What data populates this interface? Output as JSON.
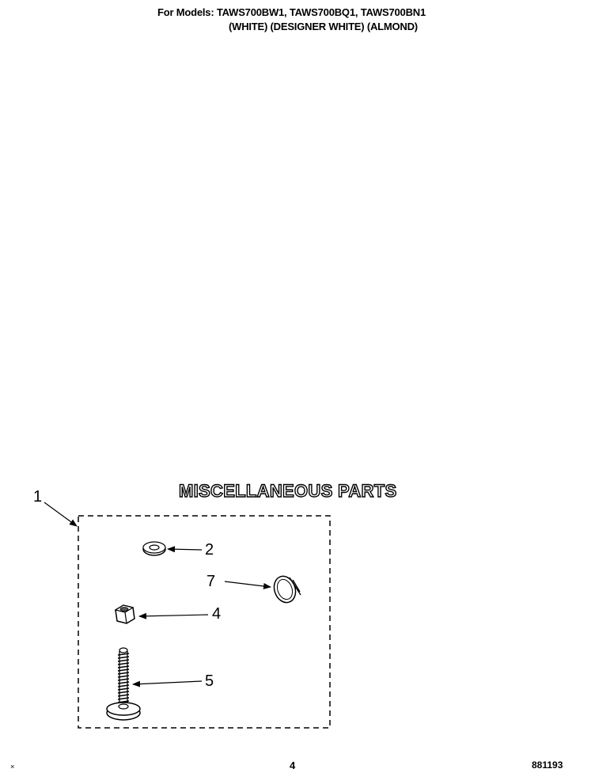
{
  "header": {
    "line1": "For Models: TAWS700BW1, TAWS700BQ1, TAWS700BN1",
    "line2": "(WHITE)  (DESIGNER WHITE)  (ALMOND)"
  },
  "section_title": "MISCELLANEOUS PARTS",
  "callouts": {
    "kit": "1",
    "washer": "2",
    "clip": "7",
    "nut": "4",
    "foot_screw": "5"
  },
  "footer": {
    "page_number": "4",
    "doc_code": "881193",
    "corner_mark": "×"
  }
}
